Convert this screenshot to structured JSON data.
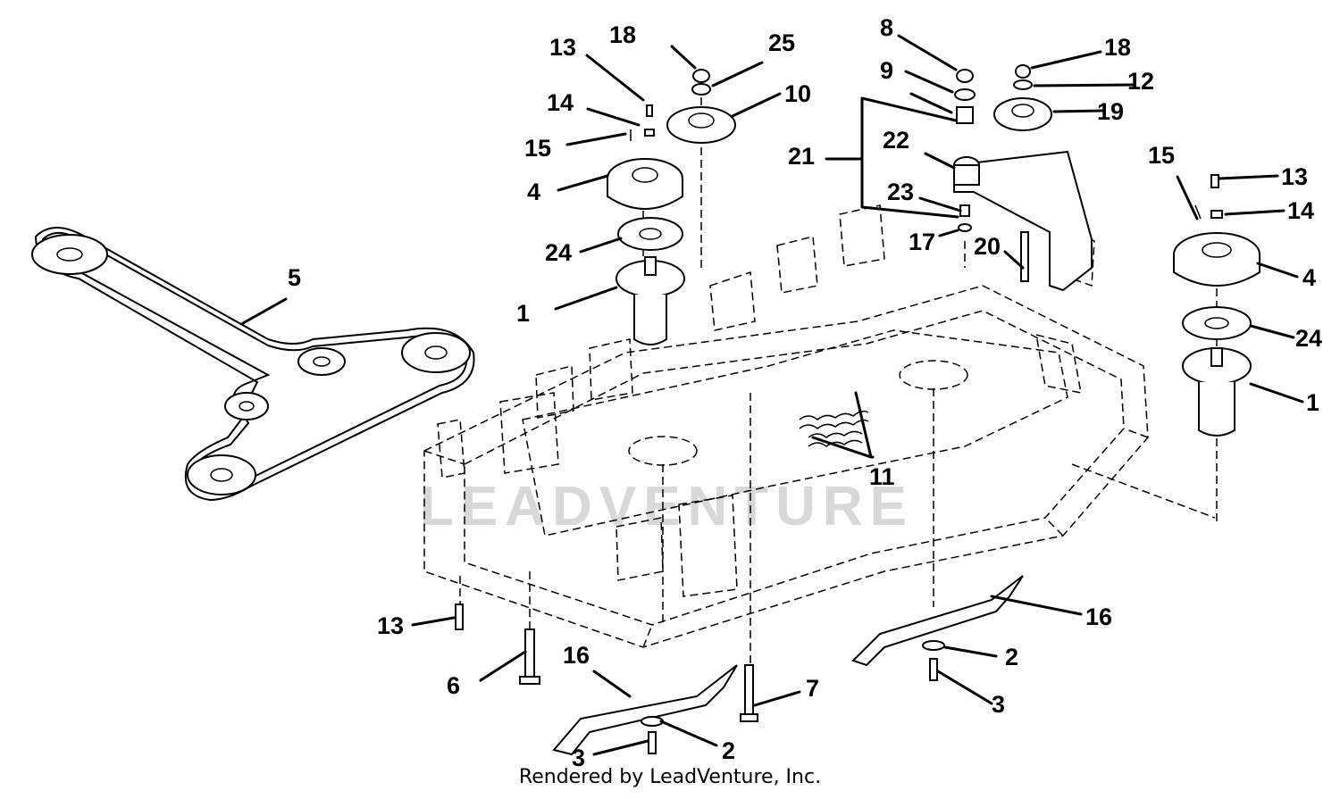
{
  "diagram": {
    "watermark": "LEADVENTURE",
    "credit": "Rendered by LeadVenture, Inc.",
    "callouts": {
      "c18a": "18",
      "c25": "25",
      "c13a": "13",
      "c10": "10",
      "c14a": "14",
      "c15a": "15",
      "c4a": "4",
      "c24a": "24",
      "c1a": "1",
      "c5": "5",
      "c8": "8",
      "c9": "9",
      "c21": "21",
      "c22": "22",
      "c23": "23",
      "c17": "17",
      "c20": "20",
      "c18b": "18",
      "c12": "12",
      "c19": "19",
      "c15b": "15",
      "c13b": "13",
      "c14b": "14",
      "c4b": "4",
      "c24b": "24",
      "c1b": "1",
      "c11": "11",
      "c13c": "13",
      "c6": "6",
      "c16a": "16",
      "c7": "7",
      "c3a": "3",
      "c2a": "2",
      "c16b": "16",
      "c2b": "2",
      "c3b": "3"
    }
  }
}
